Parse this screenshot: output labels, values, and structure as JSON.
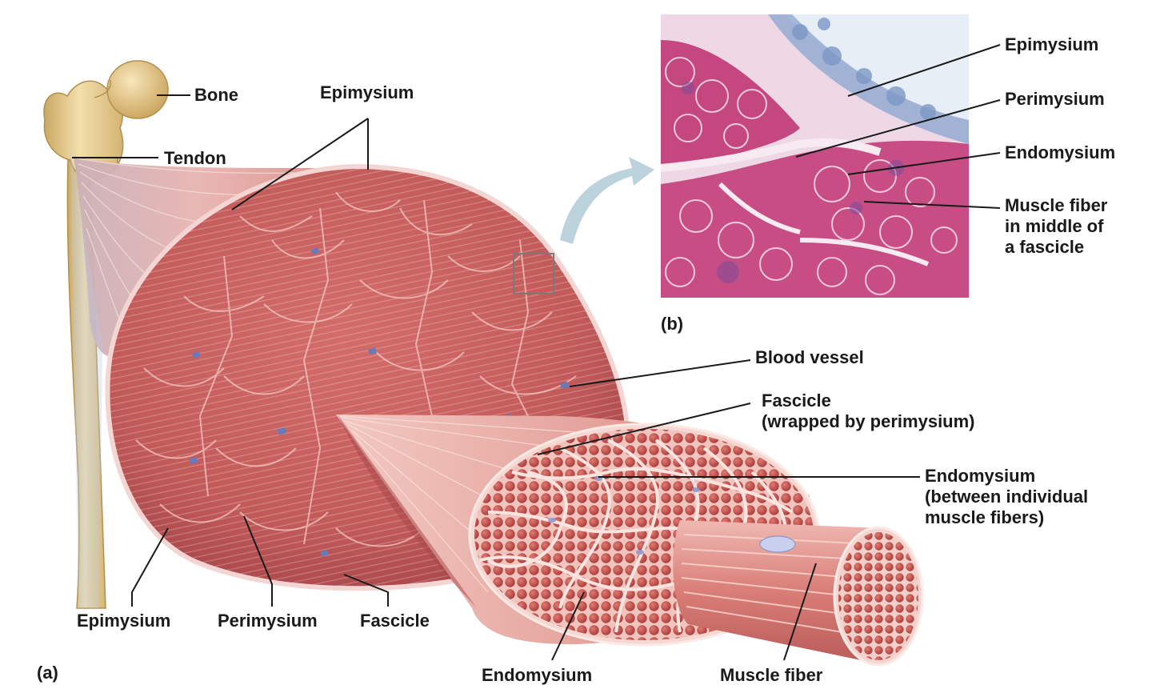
{
  "panel_a": {
    "tag": "(a)",
    "labels": {
      "bone": "Bone",
      "tendon": "Tendon",
      "epimysium_top": "Epimysium",
      "blood_vessel": "Blood vessel",
      "fascicle_line1": "Fascicle",
      "fascicle_line2": "(wrapped by perimysium)",
      "endomysium_right_line1": "Endomysium",
      "endomysium_right_line2": "(between individual",
      "endomysium_right_line3": "muscle fibers)",
      "epimysium_bottom": "Epimysium",
      "perimysium_bottom": "Perimysium",
      "fascicle_bottom": "Fascicle",
      "endomysium_bottom": "Endomysium",
      "muscle_fiber_bottom": "Muscle fiber"
    }
  },
  "panel_b": {
    "tag": "(b)",
    "labels": {
      "epimysium": "Epimysium",
      "perimysium": "Perimysium",
      "endomysium": "Endomysium",
      "muscle_fiber_line1": "Muscle fiber",
      "muscle_fiber_line2": "in middle of",
      "muscle_fiber_line3": "a fascicle"
    }
  },
  "colors": {
    "muscle_base": "#c65a5a",
    "muscle_light": "#e7a3a0",
    "muscle_dark": "#9c3d40",
    "connective": "#f4dcd8",
    "bone": "#e9cf96",
    "micrograph_bg": "#efd8e6",
    "micrograph_tissue": "#c4487f",
    "stain_blue": "#6c8fc0",
    "callout_arrow": "#bcd3dd",
    "leader_line": "#1a1a1a"
  }
}
